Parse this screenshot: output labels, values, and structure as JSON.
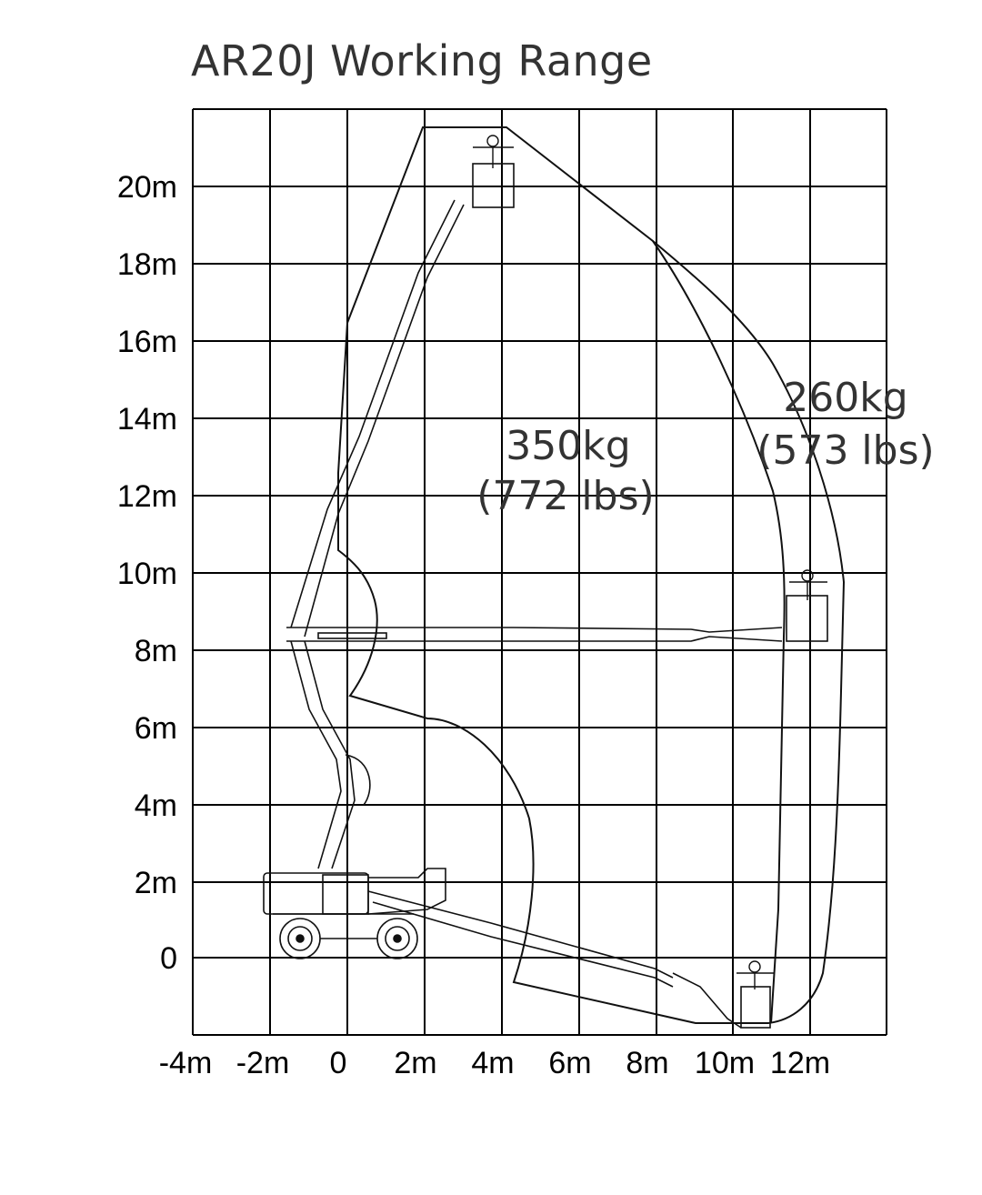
{
  "title": "AR20J Working Range",
  "axes": {
    "x_ticks": [
      "-4m",
      "-2m",
      "0",
      "2m",
      "4m",
      "6m",
      "8m",
      "10m",
      "12m"
    ],
    "y_ticks": [
      "20m",
      "18m",
      "16m",
      "14m",
      "12m",
      "10m",
      "8m",
      "6m",
      "4m",
      "2m",
      "0"
    ]
  },
  "zones": [
    {
      "capacity": "350kg",
      "capacity_imperial": "(772 lbs)"
    },
    {
      "capacity": "260kg",
      "capacity_imperial": "(573 lbs)"
    }
  ]
}
